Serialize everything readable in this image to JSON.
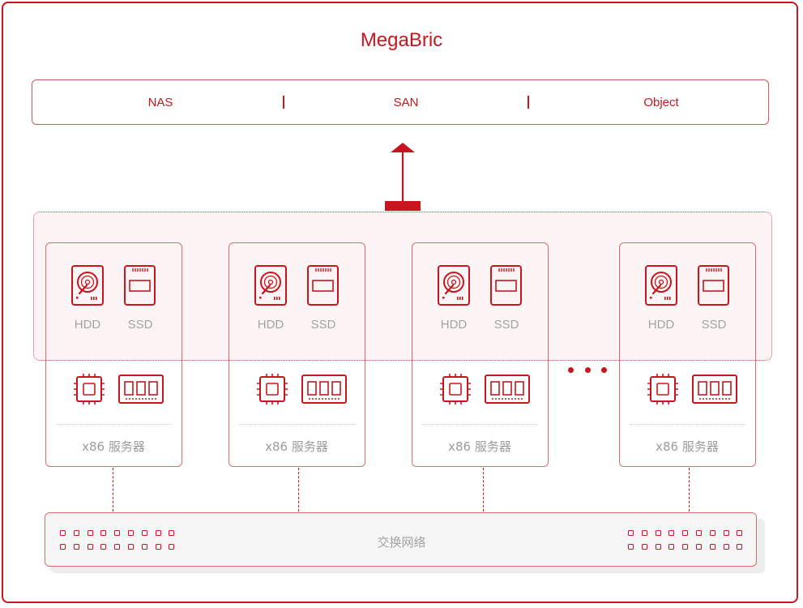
{
  "title": "MegaBric",
  "protocols": [
    "NAS",
    "SAN",
    "Object"
  ],
  "servers": [
    {
      "hdd": "HDD",
      "ssd": "SSD",
      "label": "x86 服务器"
    },
    {
      "hdd": "HDD",
      "ssd": "SSD",
      "label": "x86 服务器"
    },
    {
      "hdd": "HDD",
      "ssd": "SSD",
      "label": "x86 服务器"
    },
    {
      "hdd": "HDD",
      "ssd": "SSD",
      "label": "x86 服务器"
    }
  ],
  "network": {
    "label": "交换网络",
    "ports_per_row": 9
  },
  "colors": {
    "accent": "#c9151e",
    "label_gray": "#a3a3a3",
    "pool_fill": "#fbf1f1"
  },
  "icons": [
    "hdd-icon",
    "ssd-icon",
    "cpu-icon",
    "memory-icon",
    "up-arrow-icon",
    "ellipsis-icon"
  ]
}
